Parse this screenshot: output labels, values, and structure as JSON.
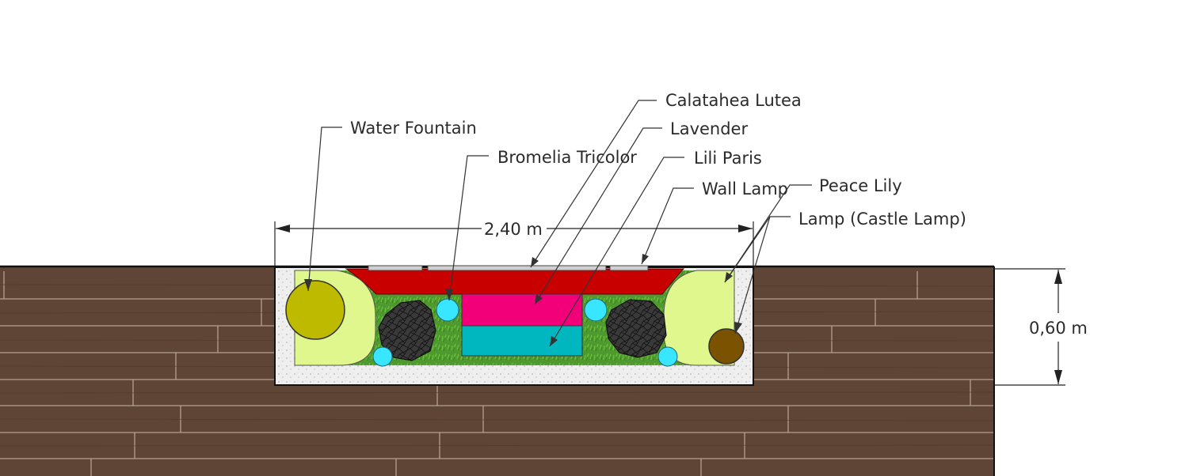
{
  "labels": {
    "water_fountain": "Water Fountain",
    "bromelia_tricolor": "Bromelia Tricolor",
    "calatahea_lutea": "Calatahea Lutea",
    "lavender": "Lavender",
    "lili_paris": "Lili Paris",
    "wall_lamp": "Wall Lamp",
    "peace_lily": "Peace Lily",
    "castle_lamp": "Lamp (Castle Lamp)"
  },
  "dimensions": {
    "width": "2,40 m",
    "depth": "0,60 m"
  },
  "colors": {
    "wood": "#5e4536",
    "gravel": "#ededed",
    "lawn": "#4f9a2e",
    "calatahea": "#c80000",
    "lavender": "#f2007a",
    "lili": "#00b7bf",
    "peace_lily": "#e0f78e",
    "fountain": "#bdba00",
    "castle_lamp": "#7a5200",
    "bromelia": "#39e6ff"
  }
}
